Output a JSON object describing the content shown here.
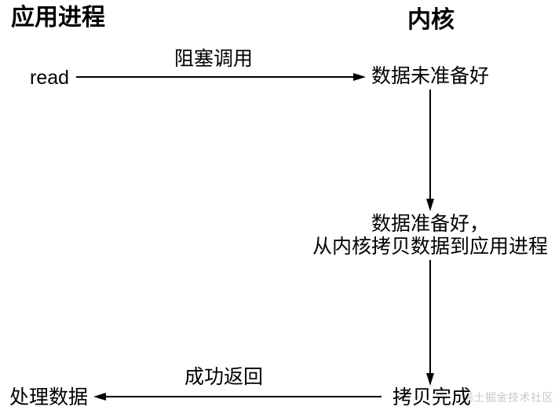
{
  "meta": {
    "background_color": "#ffffff",
    "text_color": "#000000",
    "watermark_color": "#c9c9c9"
  },
  "headings": {
    "app_process": "应用进程",
    "kernel": "内核"
  },
  "nodes": {
    "read": "read",
    "data_not_ready": "数据未准备好",
    "data_ready_line1": "数据准备好，",
    "data_ready_line2": "从内核拷贝数据到应用进程",
    "copy_complete": "拷贝完成",
    "process_data": "处理数据"
  },
  "edge_labels": {
    "blocking_call": "阻塞调用",
    "success_return": "成功返回"
  },
  "watermark": "稀土掘金技术社区"
}
